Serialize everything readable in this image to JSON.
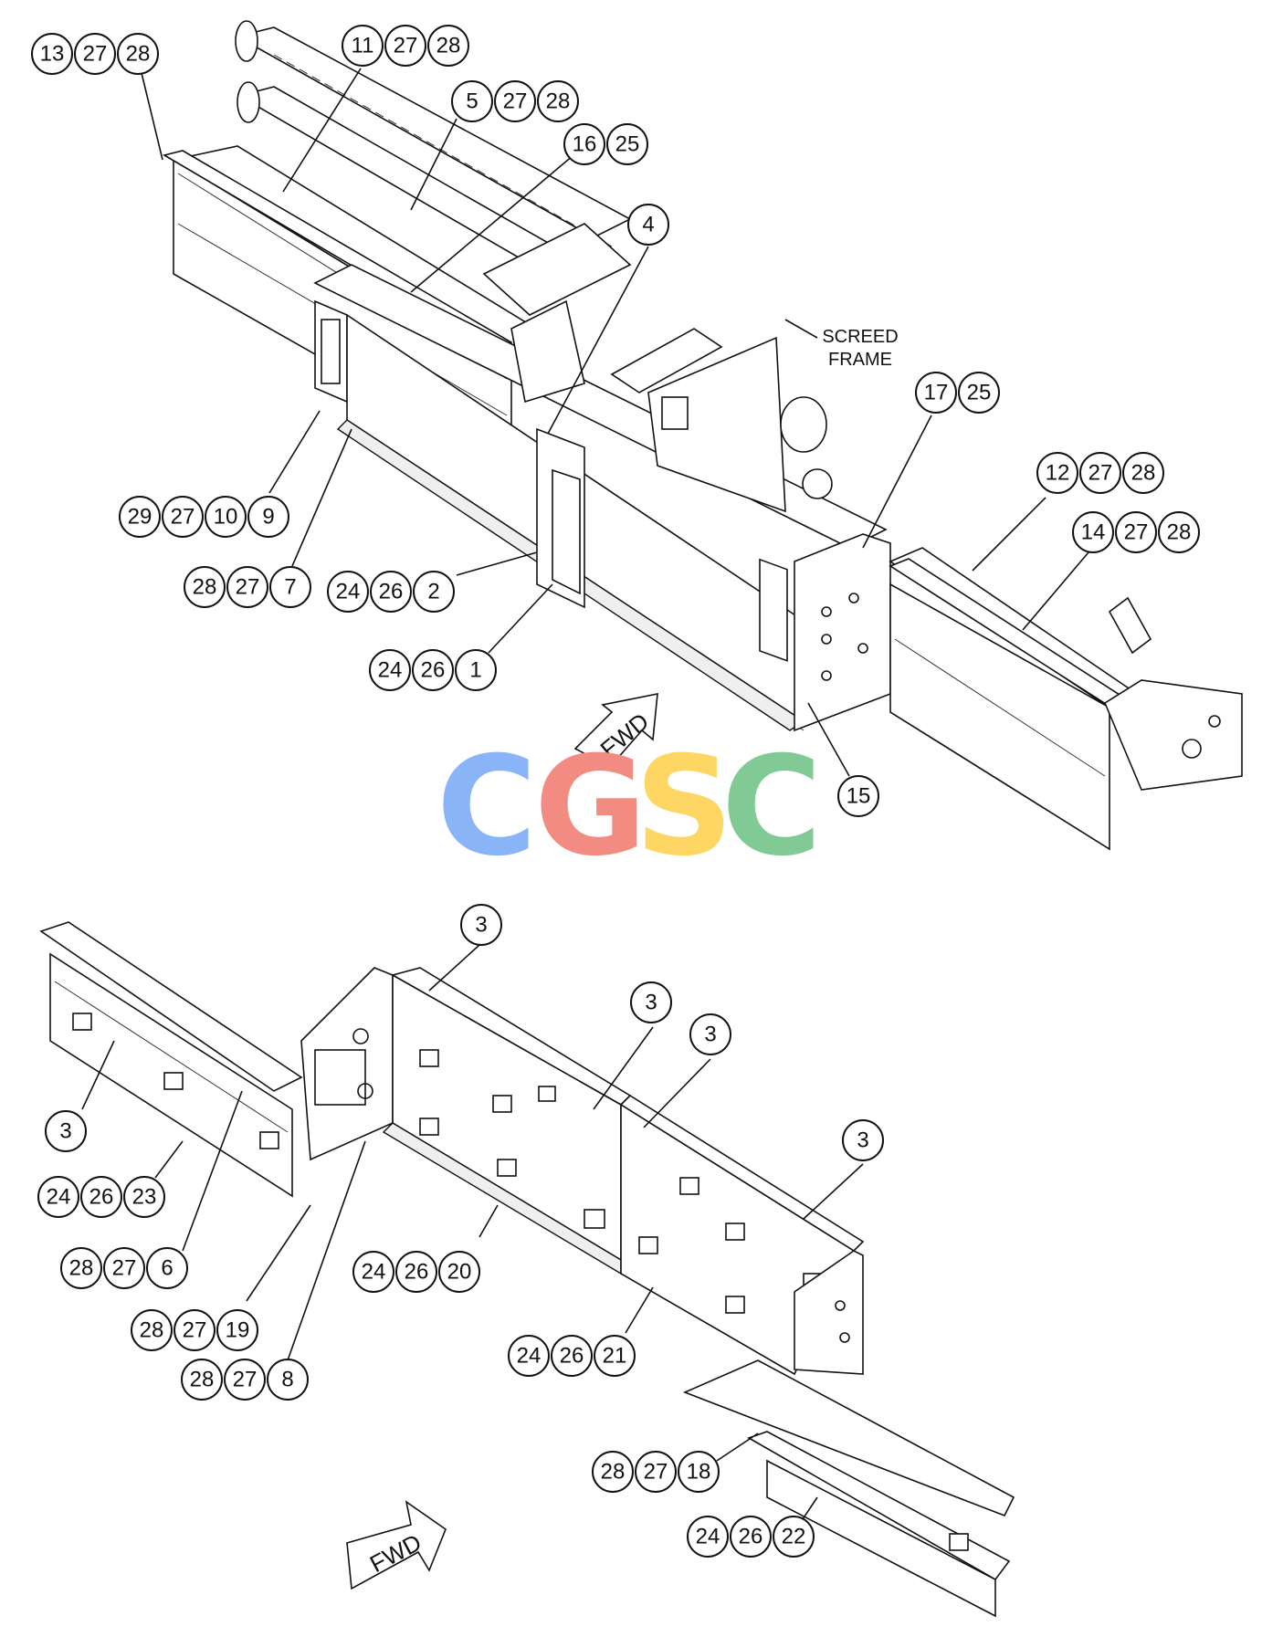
{
  "labels": {
    "screed_frame_line1": "SCREED",
    "screed_frame_line2": "FRAME",
    "fwd": "FWD",
    "fwd_bottom": "FWD"
  },
  "watermark": {
    "letters": [
      "C",
      "G",
      "S",
      "C"
    ],
    "colors": [
      "#8ab4f8",
      "#f28b82",
      "#fdd663",
      "#81c995"
    ]
  },
  "callout_groups": [
    [
      "13",
      "27",
      "28"
    ],
    [
      "11",
      "27",
      "28"
    ],
    [
      "5",
      "27",
      "28"
    ],
    [
      "16",
      "25"
    ],
    [
      "4"
    ],
    [
      "17",
      "25"
    ],
    [
      "12",
      "27",
      "28"
    ],
    [
      "14",
      "27",
      "28"
    ],
    [
      "29",
      "27",
      "10",
      "9"
    ],
    [
      "28",
      "27",
      "7"
    ],
    [
      "24",
      "26",
      "2"
    ],
    [
      "24",
      "26",
      "1"
    ],
    [
      "15"
    ],
    [
      "3"
    ],
    [
      "3"
    ],
    [
      "3"
    ],
    [
      "3"
    ],
    [
      "3"
    ],
    [
      "24",
      "26",
      "23"
    ],
    [
      "28",
      "27",
      "6"
    ],
    [
      "24",
      "26",
      "20"
    ],
    [
      "28",
      "27",
      "19"
    ],
    [
      "28",
      "27",
      "8"
    ],
    [
      "24",
      "26",
      "21"
    ],
    [
      "28",
      "27",
      "18"
    ],
    [
      "24",
      "26",
      "22"
    ]
  ]
}
